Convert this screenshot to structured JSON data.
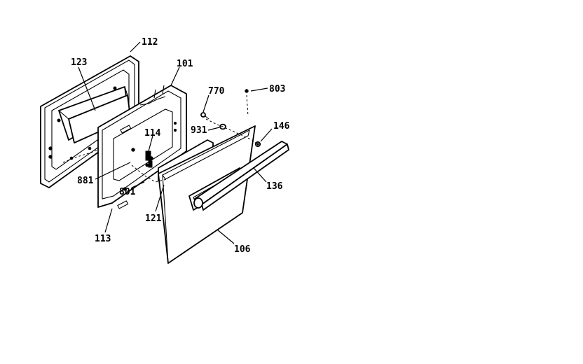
{
  "diagram": {
    "callouts": {
      "c112": "112",
      "c123": "123",
      "c101": "101",
      "c770": "770",
      "c803": "803",
      "c114": "114",
      "c931": "931",
      "c146": "146",
      "c881": "881",
      "c801": "801",
      "c136": "136",
      "c121": "121",
      "c113": "113",
      "c106": "106"
    },
    "colors": {
      "ink": "#000000",
      "paper": "#ffffff"
    }
  }
}
